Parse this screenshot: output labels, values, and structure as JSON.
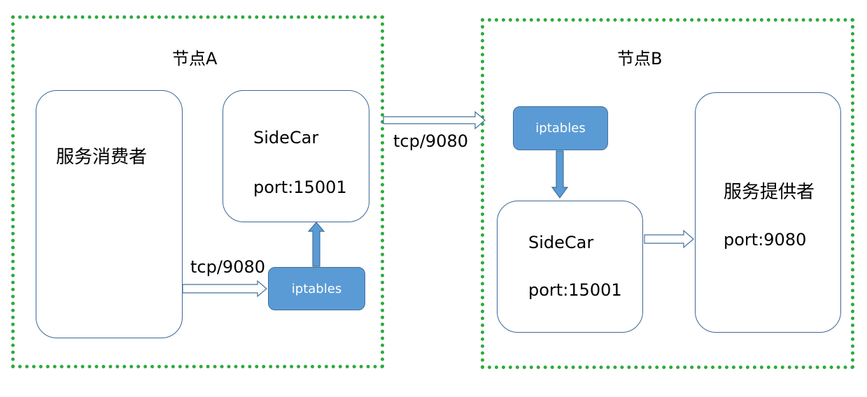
{
  "node_a": {
    "title": "节点A",
    "consumer_label": "服务消费者",
    "sidecar_label": "SideCar",
    "sidecar_port": "port:15001",
    "iptables_label": "iptables",
    "in_edge_label": "tcp/9080"
  },
  "between_nodes": {
    "edge_label": "tcp/9080"
  },
  "node_b": {
    "title": "节点B",
    "iptables_label": "iptables",
    "sidecar_label": "SideCar",
    "sidecar_port": "port:15001",
    "provider_label": "服务提供者",
    "provider_port": "port:9080"
  },
  "colors": {
    "frame_border": "#2eaa3c",
    "box_border": "#3d6796",
    "iptables_fill": "#5b9bd5",
    "iptables_border": "#41719c",
    "arrow_outline": "#41719c"
  }
}
